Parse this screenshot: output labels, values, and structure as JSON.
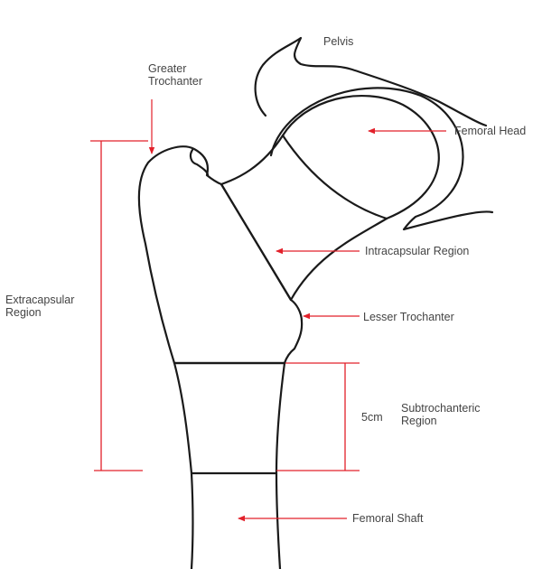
{
  "labels": {
    "pelvis": "Pelvis",
    "greater_trochanter_line1": "Greater",
    "greater_trochanter_line2": "Trochanter",
    "femoral_head": "Femoral Head",
    "intracapsular_region": "Intracapsular Region",
    "extracapsular_line1": "Extracapsular",
    "extracapsular_line2": "Region",
    "lesser_trochanter": "Lesser Trochanter",
    "measure_5cm": "5cm",
    "subtrochanteric_line1": "Subtrochanteric",
    "subtrochanteric_line2": "Region",
    "femoral_shaft": "Femoral Shaft"
  },
  "colors": {
    "extracapsular_fill": "#E8AF48",
    "intracapsular_fill": "#C2C6DC",
    "subtrochanteric_fill": "#F6DCB3",
    "arrow": "#E2202A",
    "outline": "#1a1a1a",
    "label_text": "#444444"
  }
}
